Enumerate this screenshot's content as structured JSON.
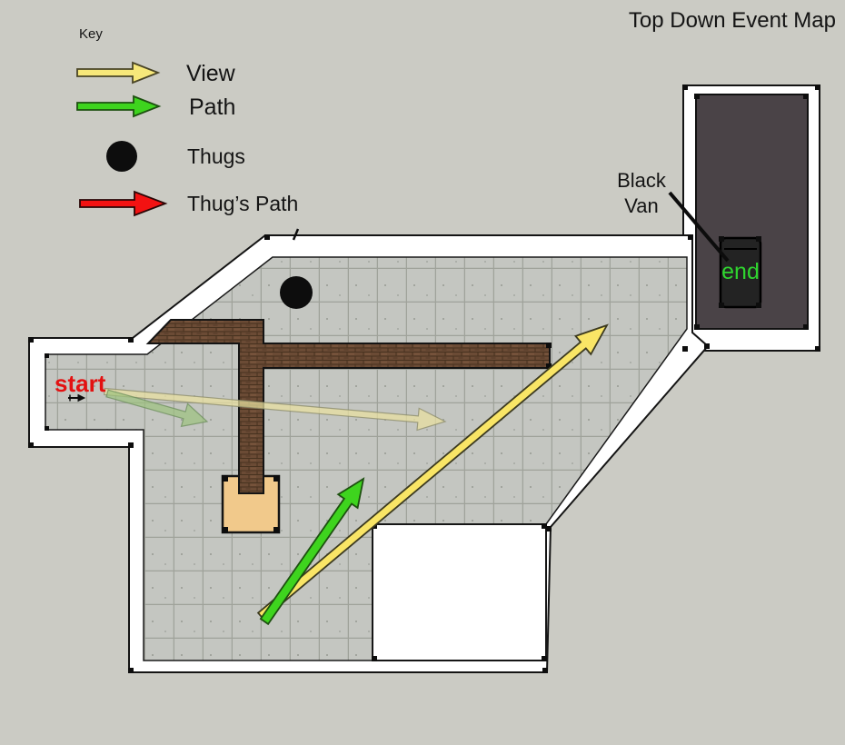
{
  "title": "Top Down Event Map",
  "legend": {
    "heading": "Key",
    "items": [
      {
        "label": "View",
        "symbol": "yellow-arrow",
        "color": "#f7e87a"
      },
      {
        "label": "Path",
        "symbol": "green-arrow",
        "color": "#3ed41e"
      },
      {
        "label": "Thugs",
        "symbol": "black-circle",
        "color": "#0d0d0d"
      },
      {
        "label": "Thug’s Path",
        "symbol": "red-arrow",
        "color": "#f31212"
      }
    ]
  },
  "map": {
    "start_label": "start",
    "end_label": "end",
    "black_van_label": [
      "Black",
      "Van"
    ],
    "colors": {
      "background": "#cbcbc4",
      "floor": "#c4c6c1",
      "wall_fill": "#ffffff",
      "wall_line": "#141414",
      "brick_wall": "#6b4b35",
      "dark_room": "#4a4347",
      "van": "#232323",
      "start_text": "#e31111",
      "end_text": "#2fd52f",
      "view_arrow": "#f7e87a",
      "path_arrow": "#3ed41e",
      "thug_path_arrow": "#f31212"
    }
  }
}
